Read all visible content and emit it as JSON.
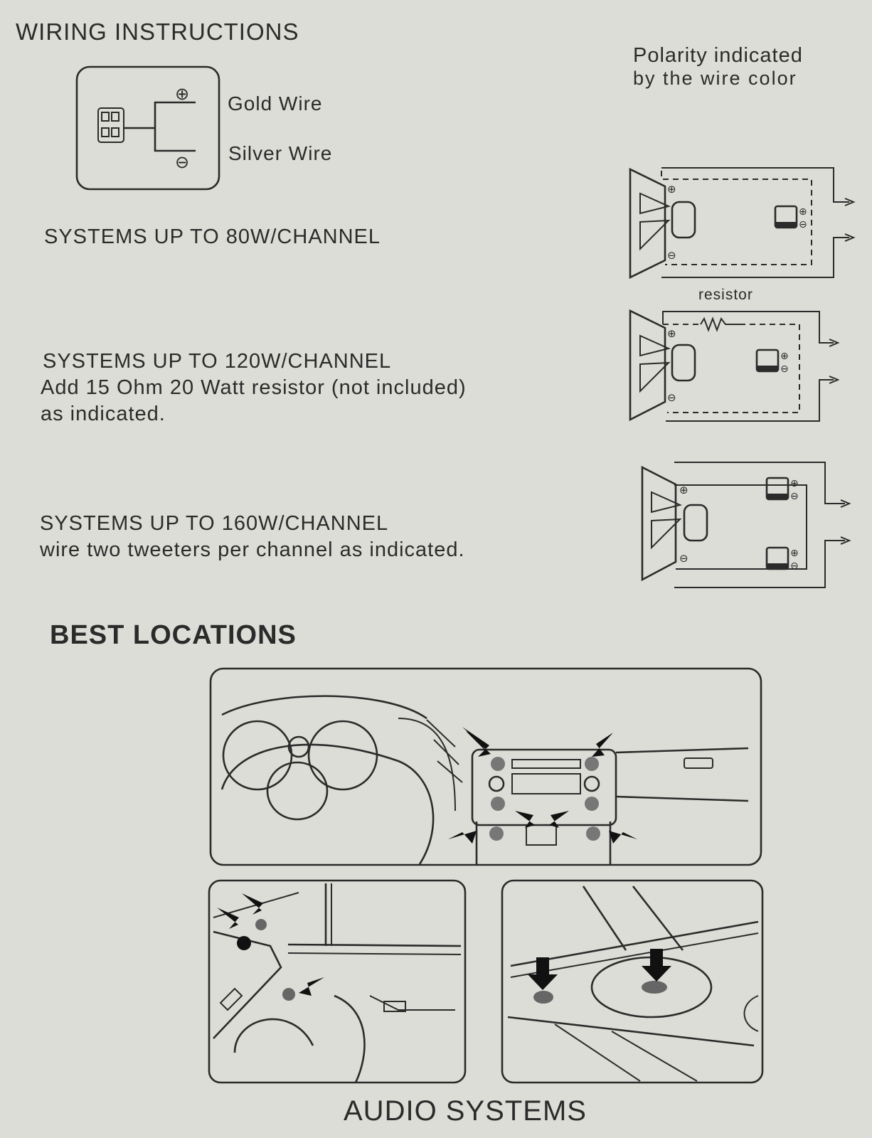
{
  "headings": {
    "wiring": "WIRING INSTRUCTIONS",
    "best_locations": "BEST LOCATIONS",
    "footer": "AUDIO SYSTEMS"
  },
  "polarity_note": {
    "line1": "Polarity indicated",
    "line2": "by the wire color"
  },
  "wires": {
    "positive_symbol": "⊕",
    "negative_symbol": "⊖",
    "gold_label": "Gold Wire",
    "silver_label": "Silver Wire"
  },
  "systems": [
    {
      "title": "SYSTEMS UP TO 80W/CHANNEL"
    },
    {
      "title": "SYSTEMS UP TO 120W/CHANNEL",
      "line2": "Add 15 Ohm 20 Watt resistor (not included)",
      "line3": "as indicated."
    },
    {
      "title": "SYSTEMS UP TO 160W/CHANNEL",
      "line2": "wire two tweeters per channel as indicated."
    }
  ],
  "diagram_labels": {
    "resistor": "resistor"
  }
}
